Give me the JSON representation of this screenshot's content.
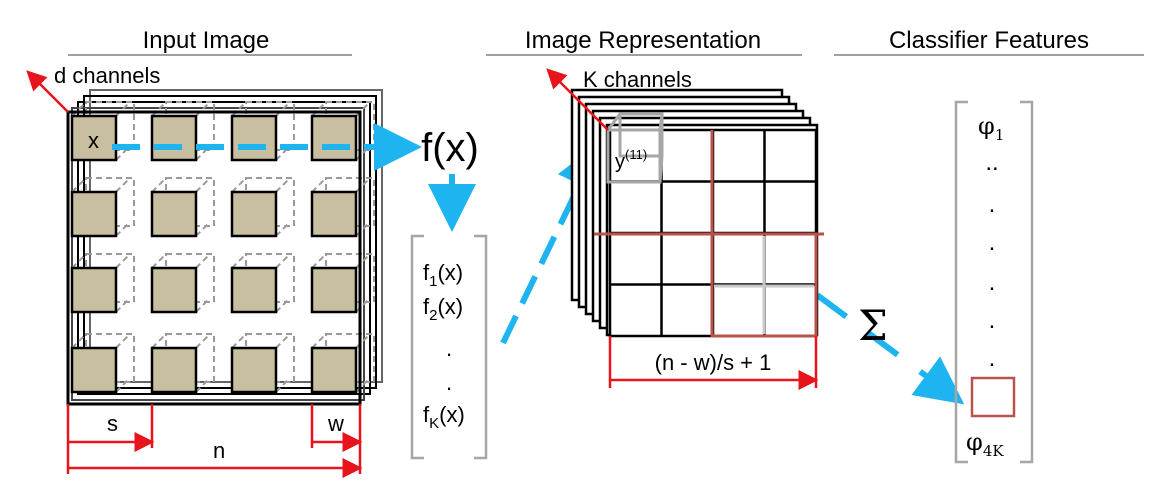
{
  "headers": {
    "input": "Input Image",
    "representation": "Image Representation",
    "classifier": "Classifier Features"
  },
  "input_image": {
    "channels_label": "d channels",
    "x_label": "x",
    "s_label": "s",
    "w_label": "w",
    "n_label": "n"
  },
  "function": {
    "fx_label": "f(x)",
    "vector": {
      "f1": {
        "base": "f",
        "sub": "1",
        "tail": "(x)"
      },
      "f2": {
        "base": "f",
        "sub": "2",
        "tail": "(x)"
      },
      "dot1": ".",
      "dot2": ".",
      "fK": {
        "base": "f",
        "sub": "K",
        "tail": "(x)"
      }
    }
  },
  "representation": {
    "channels_label": "K channels",
    "y_label": {
      "base": "y",
      "sup": "(11)"
    },
    "dim_label": "(n - w)/s + 1"
  },
  "pool": {
    "sum_symbol": "Σ"
  },
  "classifier": {
    "phi1": {
      "base": "φ",
      "sub": "1"
    },
    "dots": [
      "..",
      ".",
      ".",
      ".",
      ".",
      "."
    ],
    "phi4K": {
      "base": "φ",
      "sub": "4K"
    }
  },
  "colors": {
    "tile": "#c8bea0",
    "arrow_blue": "#1eb4ef",
    "red": "#e8141c",
    "pool_red": "#b9524b",
    "header_line": "#a0a0a0",
    "bracket": "#a6a6a6",
    "dashed": "#9a9a9a"
  }
}
